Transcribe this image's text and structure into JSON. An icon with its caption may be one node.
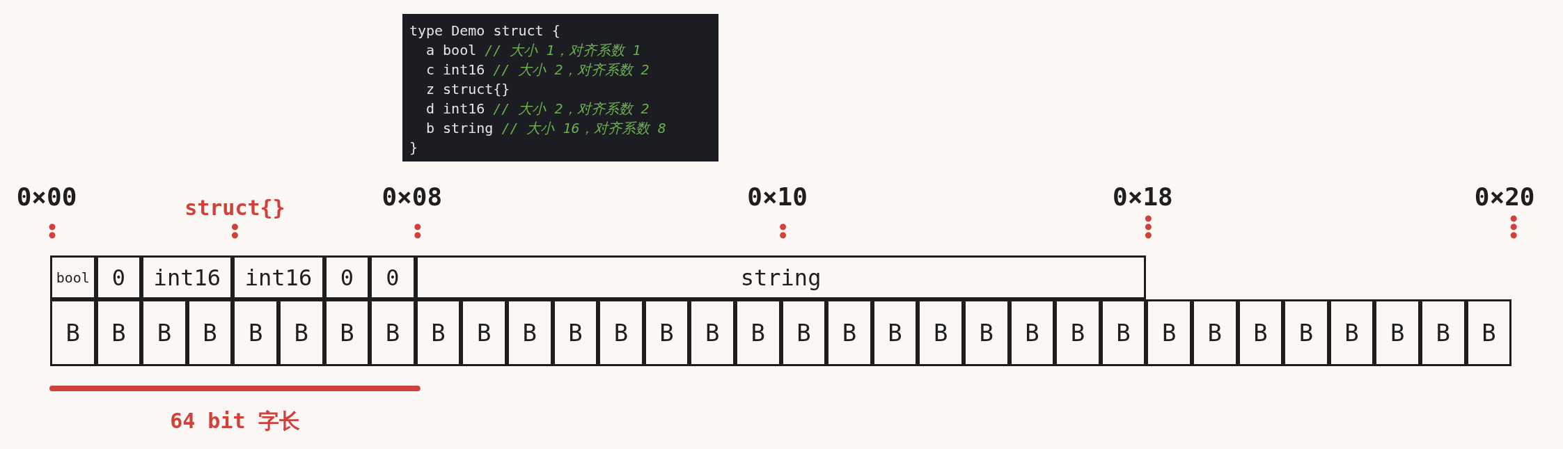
{
  "diagram": {
    "nodes": [
      {
        "text": [
          "bool"
        ]
      },
      {
        "text": [
          "0"
        ]
      },
      {
        "text": [
          "int16"
        ]
      },
      {
        "text": [
          "int16"
        ]
      },
      {
        "text": [
          "0"
        ]
      },
      {
        "text": [
          "0"
        ]
      },
      {
        "text": [
          "string"
        ]
      },
      {
        "text": [
          "B"
        ]
      },
      {
        "text": [
          "B"
        ]
      },
      {
        "text": [
          "B"
        ]
      },
      {
        "text": [
          "B"
        ]
      },
      {
        "text": [
          "B"
        ]
      },
      {
        "text": [
          "B"
        ]
      },
      {
        "text": [
          "B"
        ]
      },
      {
        "text": [
          "B"
        ]
      },
      {
        "text": [
          "B"
        ]
      },
      {
        "text": [
          "B"
        ]
      },
      {
        "text": [
          "B"
        ]
      },
      {
        "text": [
          "B"
        ]
      },
      {
        "text": [
          "B"
        ]
      },
      {
        "text": [
          "B"
        ]
      },
      {
        "text": [
          "B"
        ]
      },
      {
        "text": [
          "B"
        ]
      },
      {
        "text": [
          "B"
        ]
      },
      {
        "text": [
          "B"
        ]
      },
      {
        "text": [
          "B"
        ]
      },
      {
        "text": [
          "B"
        ]
      },
      {
        "text": [
          "B"
        ]
      },
      {
        "text": [
          "B"
        ]
      },
      {
        "text": [
          "B"
        ]
      },
      {
        "text": [
          "B"
        ]
      },
      {
        "text": [
          "B"
        ]
      },
      {
        "text": [
          "B"
        ]
      },
      {
        "text": [
          "B"
        ]
      },
      {
        "text": [
          "B"
        ]
      },
      {
        "text": [
          "B"
        ]
      },
      {
        "text": [
          "B"
        ]
      },
      {
        "text": [
          "B"
        ]
      },
      {
        "text": [
          "B"
        ]
      }
    ],
    "labels": [
      "type Demo struct {",
      "a bool // 大小 1，对齐系数 1",
      "c int16 // 大小 2，对齐系数 2",
      "z struct{}",
      "d int16 // 大小 2，对齐系数 2",
      "b string // 大小 16，对齐系数 8",
      "}",
      "0×00",
      "0×08",
      "0×10",
      "0×18",
      "0×20",
      "struct{}",
      "64 bit 字长"
    ]
  }
}
